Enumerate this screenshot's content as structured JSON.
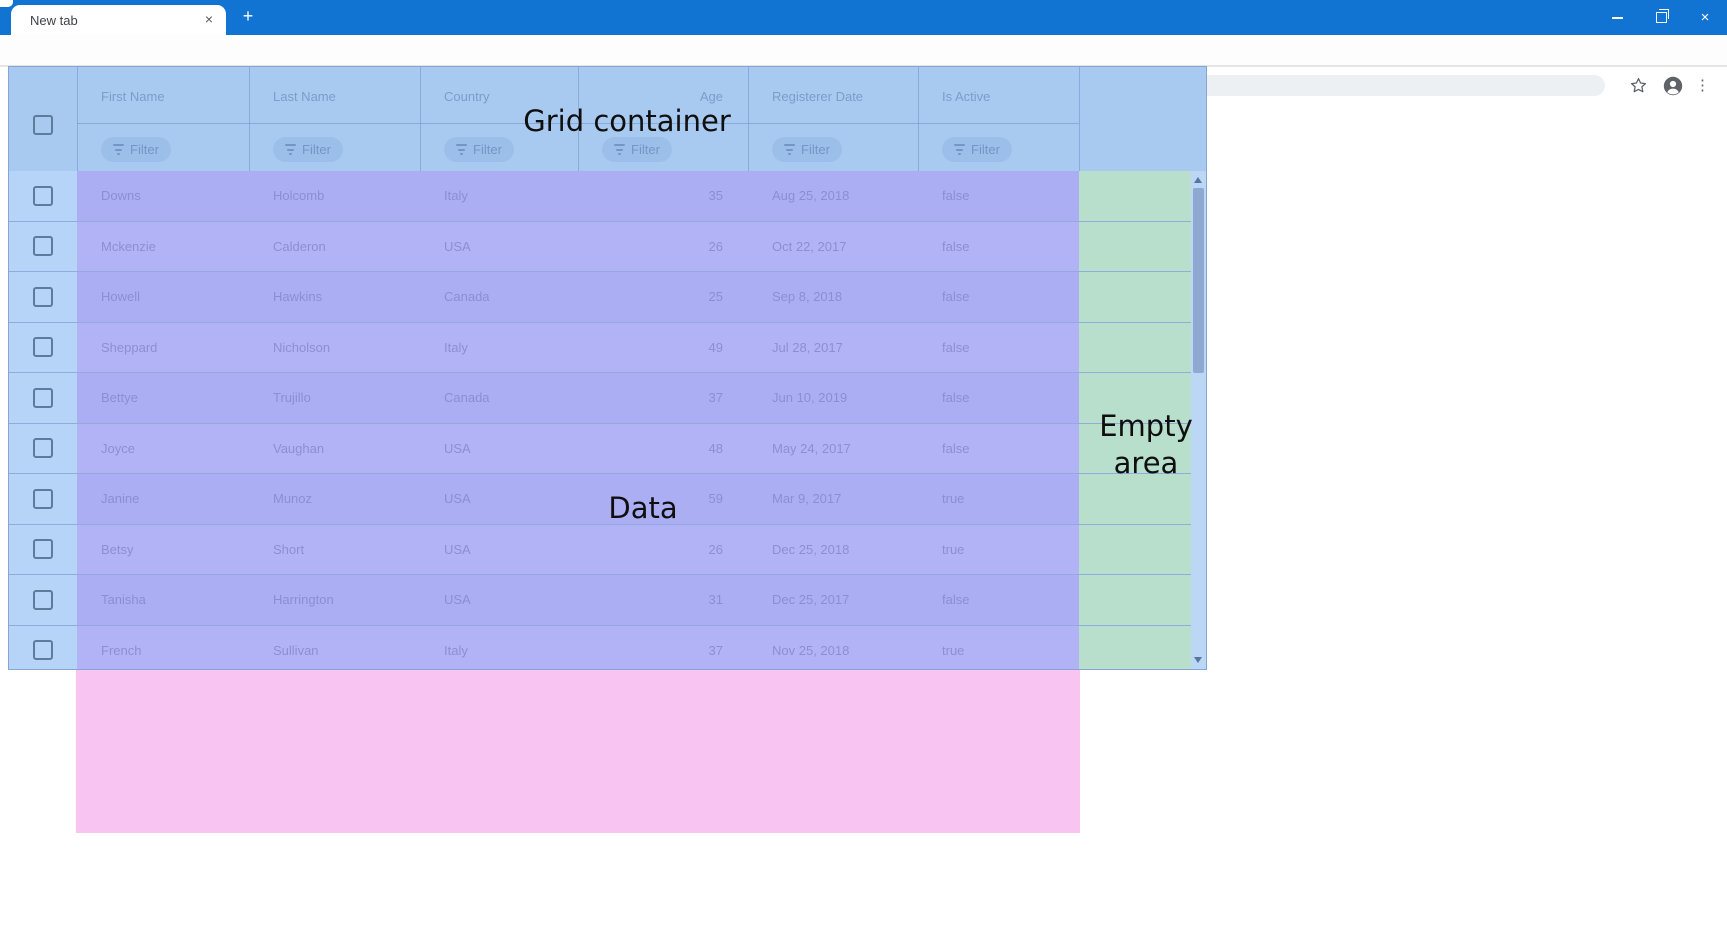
{
  "browser": {
    "tab_title": "New tab",
    "address_bar_value": "",
    "icons": {
      "tab_close": "×",
      "new_tab": "+",
      "window_close": "×",
      "menu_dots": "⋮"
    }
  },
  "annotations": {
    "grid_container": "Grid container",
    "data": "Data",
    "empty_area": "Empty area"
  },
  "grid": {
    "columns": [
      {
        "label": "First Name",
        "filter_label": "Filter"
      },
      {
        "label": "Last Name",
        "filter_label": "Filter"
      },
      {
        "label": "Country",
        "filter_label": "Filter"
      },
      {
        "label": "Age",
        "filter_label": "Filter"
      },
      {
        "label": "Registerer Date",
        "filter_label": "Filter"
      },
      {
        "label": "Is Active",
        "filter_label": "Filter"
      }
    ],
    "rows": [
      {
        "first_name": "Downs",
        "last_name": "Holcomb",
        "country": "Italy",
        "age": "35",
        "registerer_date": "Aug 25, 2018",
        "is_active": "false"
      },
      {
        "first_name": "Mckenzie",
        "last_name": "Calderon",
        "country": "USA",
        "age": "26",
        "registerer_date": "Oct 22, 2017",
        "is_active": "false"
      },
      {
        "first_name": "Howell",
        "last_name": "Hawkins",
        "country": "Canada",
        "age": "25",
        "registerer_date": "Sep 8, 2018",
        "is_active": "false"
      },
      {
        "first_name": "Sheppard",
        "last_name": "Nicholson",
        "country": "Italy",
        "age": "49",
        "registerer_date": "Jul 28, 2017",
        "is_active": "false"
      },
      {
        "first_name": "Bettye",
        "last_name": "Trujillo",
        "country": "Canada",
        "age": "37",
        "registerer_date": "Jun 10, 2019",
        "is_active": "false"
      },
      {
        "first_name": "Joyce",
        "last_name": "Vaughan",
        "country": "USA",
        "age": "48",
        "registerer_date": "May 24, 2017",
        "is_active": "false"
      },
      {
        "first_name": "Janine",
        "last_name": "Munoz",
        "country": "USA",
        "age": "59",
        "registerer_date": "Mar 9, 2017",
        "is_active": "true"
      },
      {
        "first_name": "Betsy",
        "last_name": "Short",
        "country": "USA",
        "age": "26",
        "registerer_date": "Dec 25, 2018",
        "is_active": "true"
      },
      {
        "first_name": "Tanisha",
        "last_name": "Harrington",
        "country": "USA",
        "age": "31",
        "registerer_date": "Dec 25, 2017",
        "is_active": "false"
      },
      {
        "first_name": "French",
        "last_name": "Sullivan",
        "country": "Italy",
        "age": "37",
        "registerer_date": "Nov 25, 2018",
        "is_active": "true"
      }
    ]
  },
  "colors": {
    "titlebar_blue": "#1173d2",
    "grid_container_overlay": "#a8caf1",
    "checkbox_column_blue": "#b6d4f7",
    "data_overlay_purple_odd": "#acaef4",
    "data_overlay_purple_even": "#b2b3f7",
    "empty_area_green": "#b7dfcc",
    "below_grid_pink": "#f8c5f2"
  }
}
